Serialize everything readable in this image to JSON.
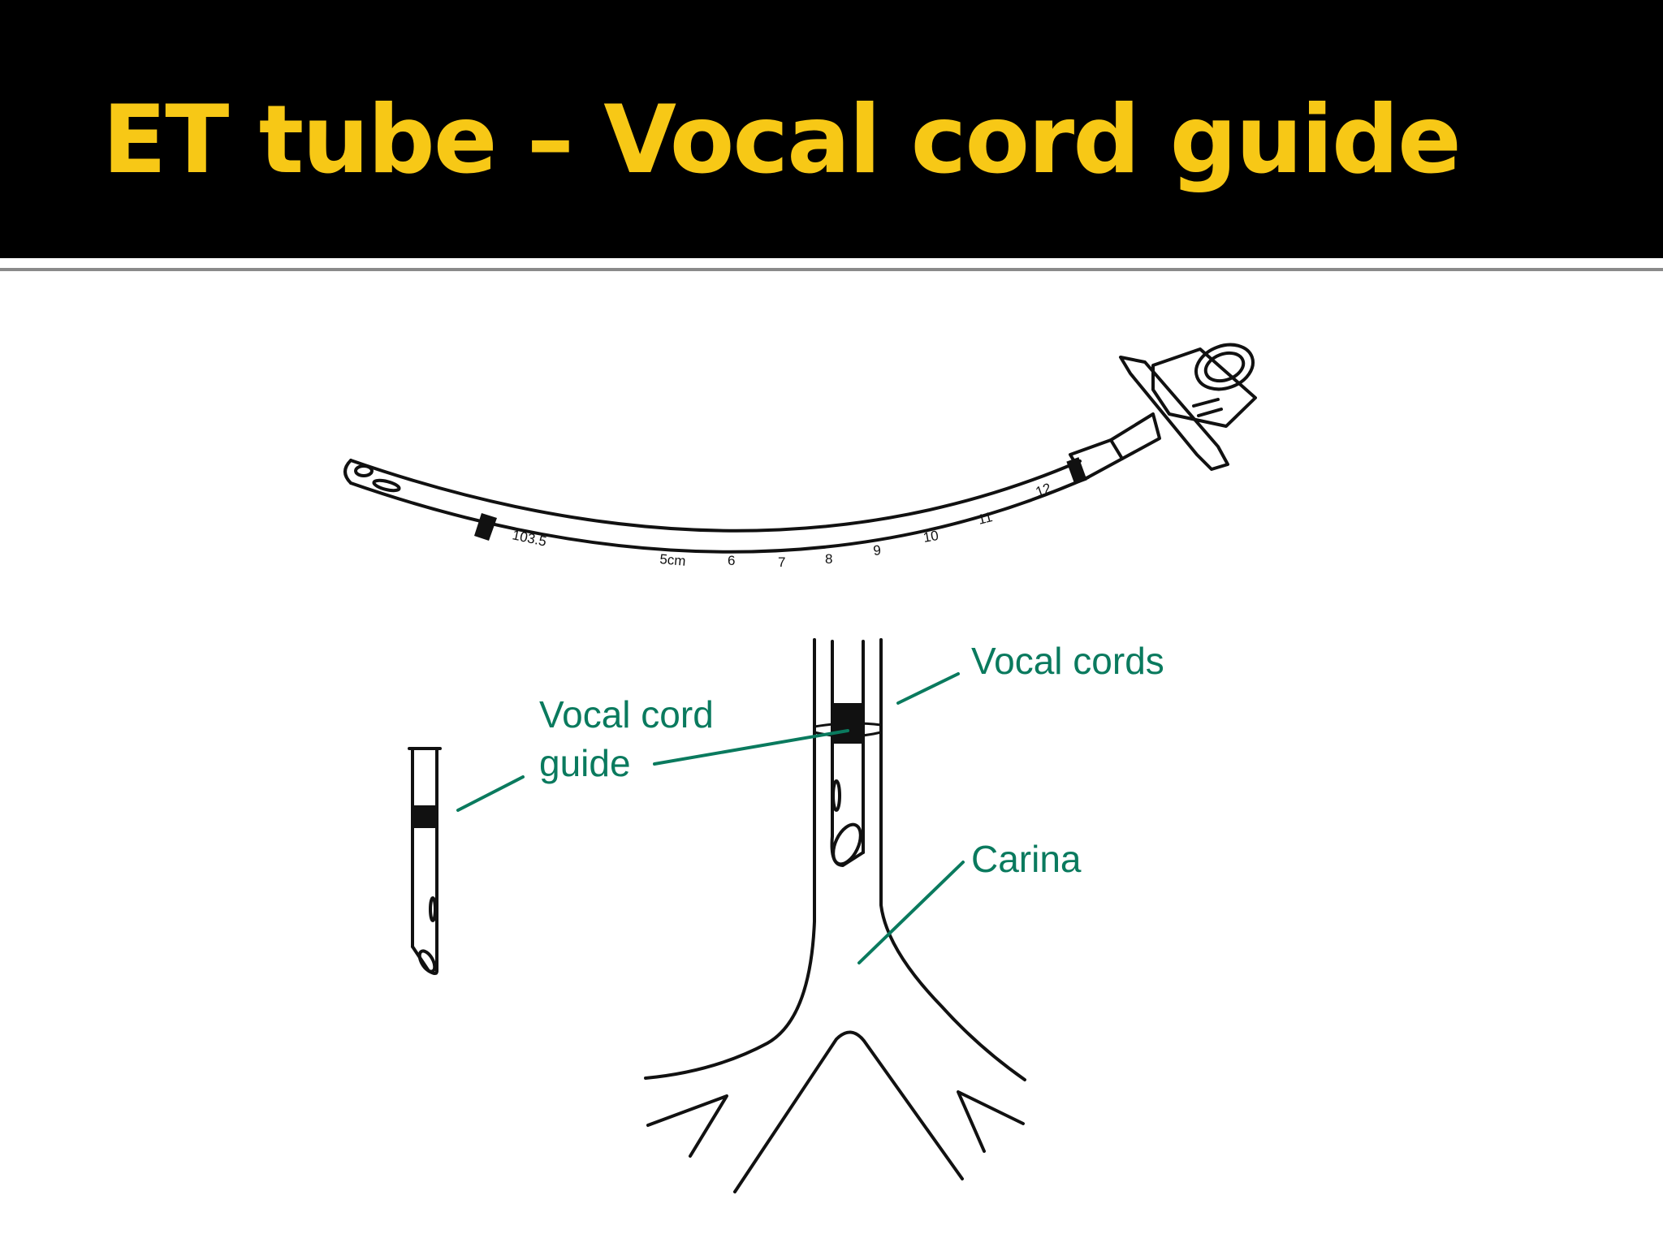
{
  "slide": {
    "title": "ET tube – Vocal cord guide",
    "title_color": "#f7c816",
    "header_background": "#000000"
  },
  "tube": {
    "markings": [
      "103.5",
      "5cm",
      "6",
      "7",
      "8",
      "9",
      "10",
      "11",
      "12"
    ]
  },
  "labels": {
    "vocal_cord_guide_line1": "Vocal cord",
    "vocal_cord_guide_line2": "guide",
    "vocal_cords": "Vocal cords",
    "carina": "Carina",
    "label_color": "#0a7a5e"
  }
}
